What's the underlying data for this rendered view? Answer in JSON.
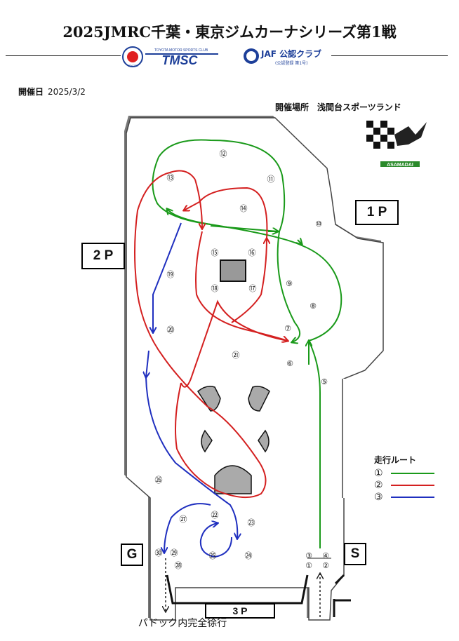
{
  "header": {
    "title": "2025JMRC千葉・東京ジムカーナシリーズ第1戦",
    "tmsc_logo_text": "TMSC",
    "tmsc_logo_small": "TOYOTA MOTOR SPORTS CLUB",
    "toyota_text": "TOYOTA",
    "jaf_logo_text": "JAF 公認クラブ",
    "jaf_logo_sub": "(公認登録 第1号)"
  },
  "info": {
    "date_label": "開催日",
    "date_value": "2025/3/2",
    "venue_label": "開催場所",
    "venue_value": "浅間台スポーツランド"
  },
  "course": {
    "venue_logo_text": "ASAMADAI",
    "labels": {
      "p1": "1 P",
      "p2": "2 P",
      "p3": "3 P",
      "start": "S",
      "goal": "G"
    },
    "markers": [
      {
        "id": "m1",
        "text": "①"
      },
      {
        "id": "m2",
        "text": "②"
      },
      {
        "id": "m3",
        "text": "③"
      },
      {
        "id": "m4",
        "text": "④"
      },
      {
        "id": "m5",
        "text": "⑤"
      },
      {
        "id": "m6",
        "text": "⑥"
      },
      {
        "id": "m7",
        "text": "⑦"
      },
      {
        "id": "m8",
        "text": "⑧"
      },
      {
        "id": "m9",
        "text": "⑨"
      },
      {
        "id": "m10",
        "text": "⑩"
      },
      {
        "id": "m11",
        "text": "⑪"
      },
      {
        "id": "m12",
        "text": "⑫"
      },
      {
        "id": "m13",
        "text": "⑬"
      },
      {
        "id": "m14",
        "text": "⑭"
      },
      {
        "id": "m15",
        "text": "⑮"
      },
      {
        "id": "m16",
        "text": "⑯"
      },
      {
        "id": "m17",
        "text": "⑰"
      },
      {
        "id": "m18",
        "text": "⑱"
      },
      {
        "id": "m19",
        "text": "⑲"
      },
      {
        "id": "m20",
        "text": "⑳"
      },
      {
        "id": "m21",
        "text": "㉑"
      },
      {
        "id": "m22",
        "text": "㉒"
      },
      {
        "id": "m23",
        "text": "㉓"
      },
      {
        "id": "m24",
        "text": "㉔"
      },
      {
        "id": "m25",
        "text": "㉕"
      },
      {
        "id": "m26",
        "text": "㉖"
      },
      {
        "id": "m27",
        "text": "㉗"
      },
      {
        "id": "m28",
        "text": "㉘"
      },
      {
        "id": "m29",
        "text": "㉙"
      },
      {
        "id": "m30",
        "text": "㉚"
      }
    ]
  },
  "legend": {
    "title": "走行ルート",
    "routes": [
      {
        "num": "①",
        "color": "#1a9a1a"
      },
      {
        "num": "②",
        "color": "#d42020"
      },
      {
        "num": "③",
        "color": "#1f2fbf"
      }
    ]
  },
  "footer": {
    "note": "パドック内完全徐行"
  }
}
